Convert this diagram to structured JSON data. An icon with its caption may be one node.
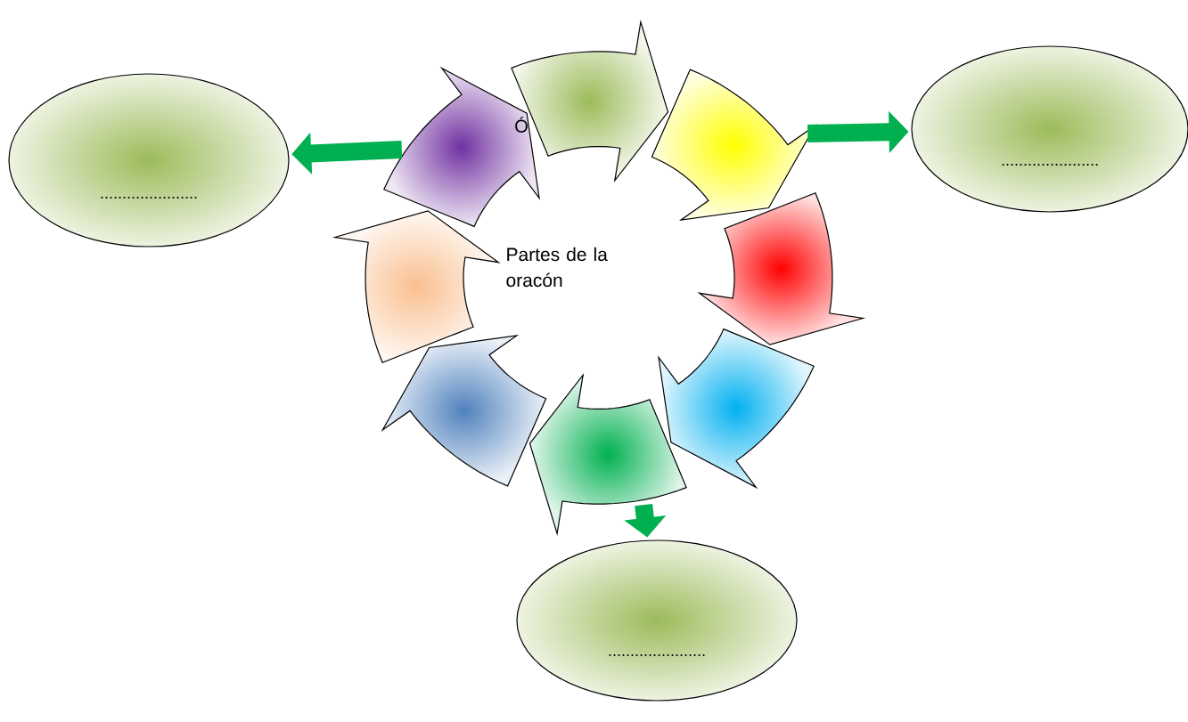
{
  "diagram": {
    "nodes": [
      {
        "text": [
          "Partes de la oracón"
        ]
      },
      {
        "text": [],
        "shape": "arrow"
      },
      {
        "text": [],
        "shape": "arrow"
      },
      {
        "text": [],
        "shape": "arrow"
      },
      {
        "text": [],
        "shape": "arrow"
      },
      {
        "text": [],
        "shape": "arrow"
      },
      {
        "text": [],
        "shape": "arrow"
      },
      {
        "text": [],
        "shape": "arrow"
      },
      {
        "text": [
          "Ó"
        ]
      },
      {
        "text": [
          "......................"
        ]
      },
      {
        "text": [
          "......................"
        ]
      },
      {
        "text": [
          "......................"
        ]
      }
    ],
    "edges": [
      {
        "from": 8,
        "to": 9,
        "arrow": "to"
      },
      {
        "from": 2,
        "to": 10,
        "arrow": "to"
      },
      {
        "from": 5,
        "to": 11,
        "arrow": "to"
      }
    ]
  }
}
